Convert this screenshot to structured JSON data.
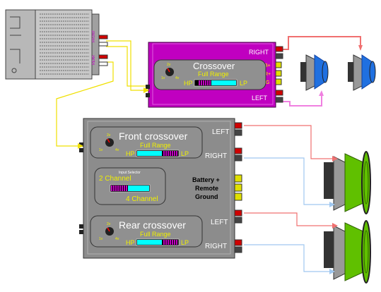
{
  "head_unit": {
    "labels": [
      "FRONT",
      "REAR"
    ]
  },
  "top_crossover": {
    "title": "Crossover",
    "mode": "Full Range",
    "hp": "HP",
    "lp": "LP",
    "knob_min": "1v",
    "knob_mid": "2v",
    "knob_max": "4v",
    "out_right": "RIGHT",
    "out_left": "LEFT",
    "power_labels": [
      "B+",
      "R+",
      "G"
    ]
  },
  "amplifier": {
    "front": {
      "title": "Front crossover",
      "mode": "Full Range",
      "hp": "HP",
      "lp": "LP",
      "knob_min": "1v",
      "knob_mid": "2v",
      "knob_max": "4v"
    },
    "rear": {
      "title": "Rear crossover",
      "mode": "Full Range",
      "hp": "HP",
      "lp": "LP",
      "knob_min": "1v",
      "knob_mid": "2v",
      "knob_max": "4v"
    },
    "input_selector": {
      "title": "Input Selector",
      "option_a": "2 Channel",
      "option_b": "4 Channel"
    },
    "power_label_1": "Battery +",
    "power_label_2": "Remote",
    "power_label_3": "Ground",
    "outputs": [
      "LEFT",
      "RIGHT",
      "LEFT",
      "RIGHT"
    ]
  },
  "colors": {
    "crossover_body": "#c000c0",
    "amp_body": "#8c8c8c",
    "rca_wire": "#f0e000",
    "right_wire": "#f07070",
    "left_wire": "#f080e0",
    "blue_wire": "#a0c8f0",
    "woofer_cone": "#60c000",
    "tweeter_cone": "#2070e0",
    "label_yellow": "#f0f000",
    "lcd_cyan": "#00ffff"
  }
}
